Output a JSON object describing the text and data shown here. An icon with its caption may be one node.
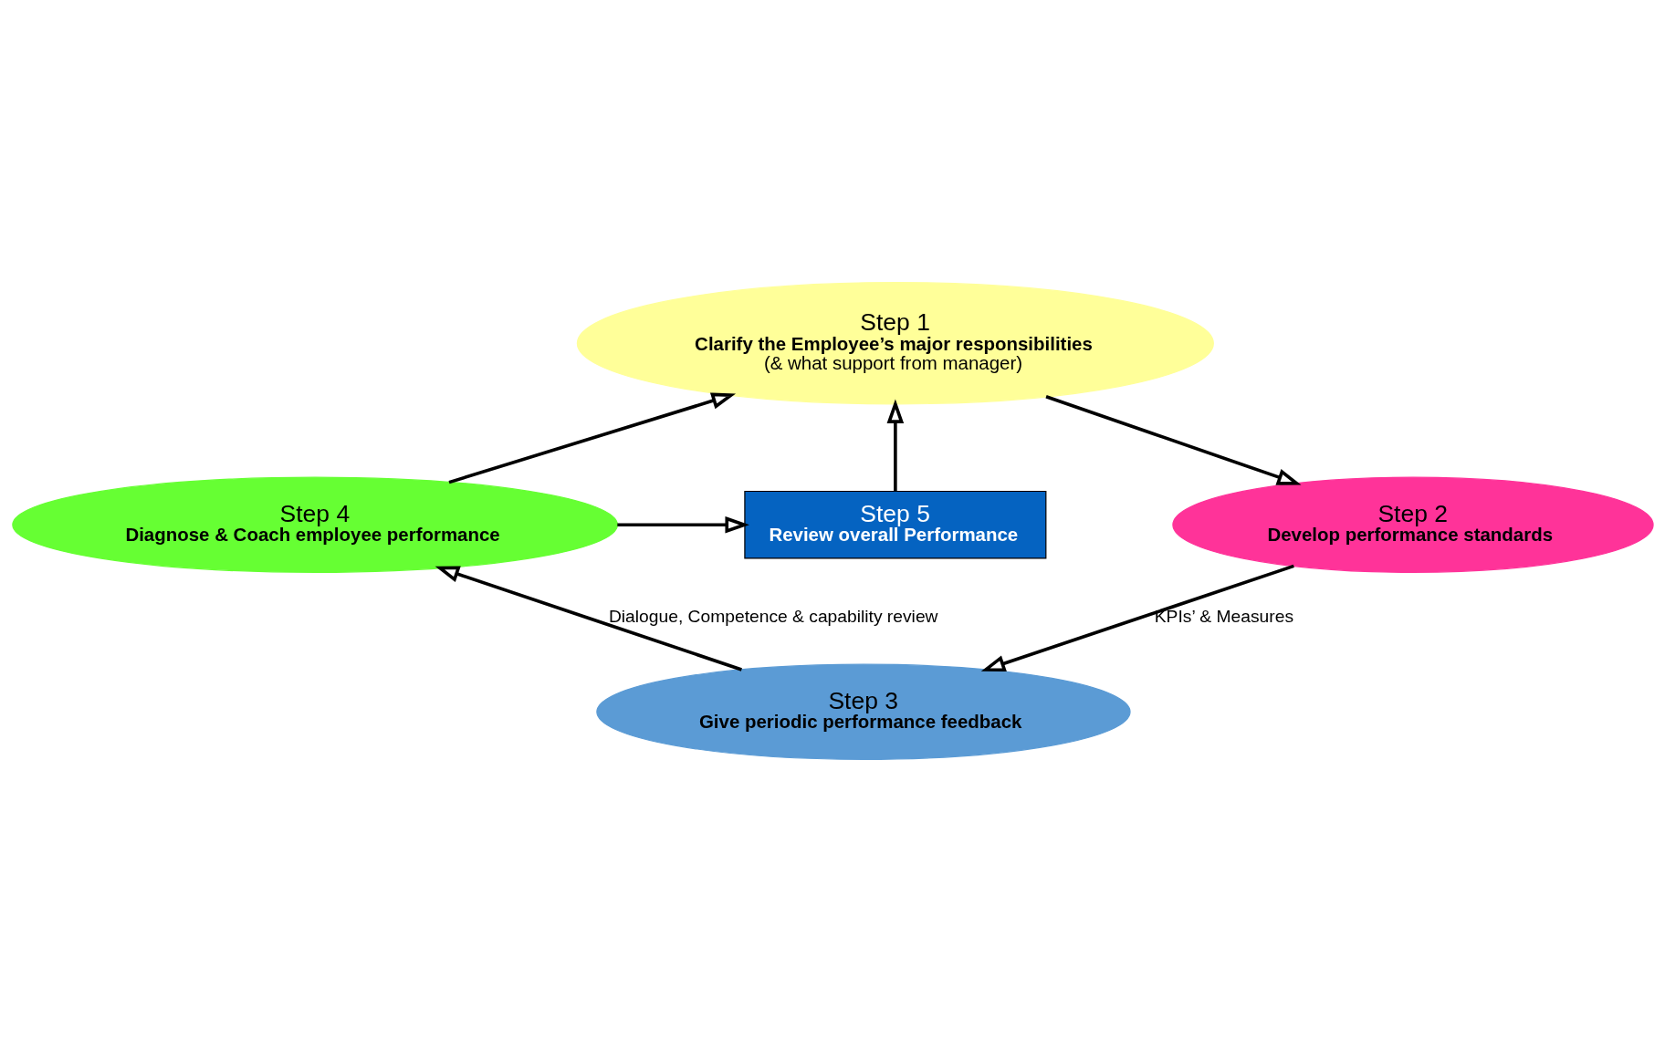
{
  "diagram": {
    "nodes": [
      {
        "text": [
          "Step 1",
          "Clarify the Employee’s major responsibilities",
          "(& what support from manager)"
        ]
      },
      {
        "text": [
          "Step 2",
          "Develop performance standards"
        ]
      },
      {
        "text": [
          "Step 3",
          "Give periodic performance feedback"
        ]
      },
      {
        "text": [
          "Step 4",
          "Diagnose & Coach employee performance"
        ]
      },
      {
        "text": [
          "Step 5",
          "Review overall Performance"
        ]
      }
    ],
    "edges": [
      {
        "from": 0,
        "to": 1,
        "arrow": "to"
      },
      {
        "from": 1,
        "to": 2,
        "arrow": "to",
        "label": "KPIs’ & Measures"
      },
      {
        "from": 2,
        "to": 3,
        "arrow": "to",
        "label": "Dialogue, Competence & capability review"
      },
      {
        "from": 3,
        "to": 0,
        "arrow": "to"
      },
      {
        "from": 3,
        "to": 4,
        "arrow": "to"
      },
      {
        "from": 4,
        "to": 0,
        "arrow": "to"
      }
    ]
  }
}
